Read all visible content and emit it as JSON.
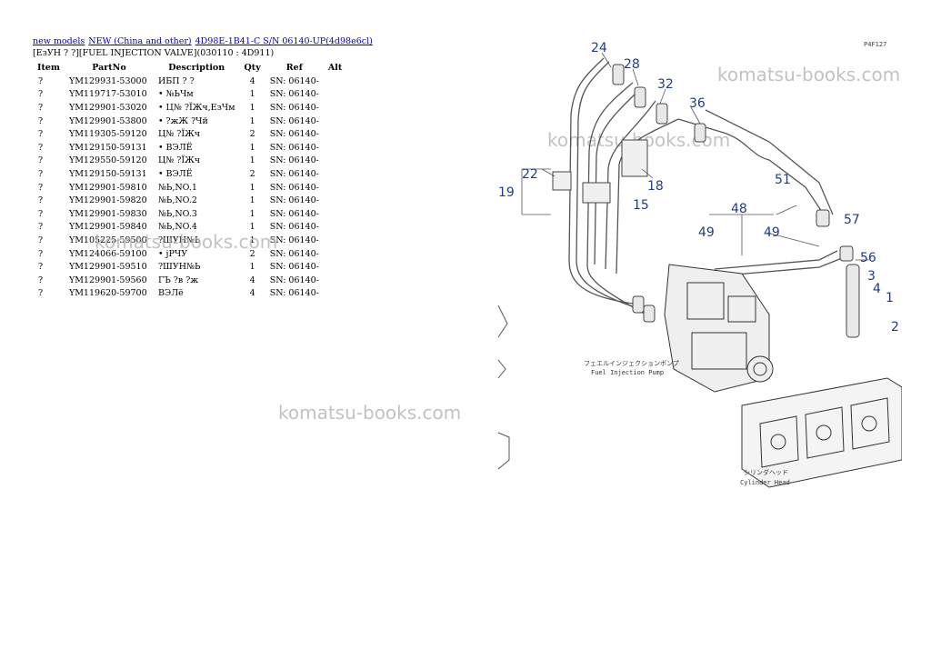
{
  "breadcrumb": {
    "links": [
      "new models",
      "NEW (China and other)",
      "4D98E-1B41-C S/N 06140-UP(4d98e6cl)"
    ]
  },
  "subtitle": "[ЕзУН ? ?][FUEL INJECTION VALVE](030110 : 4D911)",
  "table": {
    "headers": [
      "Item",
      "PartNo",
      "Description",
      "Qty",
      "Ref",
      "Alt"
    ],
    "rows": [
      {
        "item": "?",
        "part": "YM129931-53000",
        "desc": "ИБП ? ?",
        "qty": "4",
        "ref": "SN: 06140-"
      },
      {
        "item": "?",
        "part": "YM119717-53010",
        "desc": "• №ЬЧм",
        "qty": "1",
        "ref": "SN: 06140-"
      },
      {
        "item": "?",
        "part": "YM129901-53020",
        "desc": "• Ц№ ?ЇЖч,ЕзЧм",
        "qty": "1",
        "ref": "SN: 06140-"
      },
      {
        "item": "?",
        "part": "YM129901-53800",
        "desc": "• ?жЖ ?Чй",
        "qty": "1",
        "ref": "SN: 06140-"
      },
      {
        "item": "?",
        "part": "YM119305-59120",
        "desc": "Ц№ ?ЇЖч",
        "qty": "2",
        "ref": "SN: 06140-"
      },
      {
        "item": "?",
        "part": "YM129150-59131",
        "desc": "• ВЭЛЁ",
        "qty": "1",
        "ref": "SN: 06140-"
      },
      {
        "item": "?",
        "part": "YM129550-59120",
        "desc": "Ц№ ?ЇЖч",
        "qty": "1",
        "ref": "SN: 06140-"
      },
      {
        "item": "?",
        "part": "YM129150-59131",
        "desc": "• ВЭЛЁ",
        "qty": "2",
        "ref": "SN: 06140-"
      },
      {
        "item": "?",
        "part": "YM129901-59810",
        "desc": "№Ь,NO.1",
        "qty": "1",
        "ref": "SN: 06140-"
      },
      {
        "item": "?",
        "part": "YM129901-59820",
        "desc": "№Ь,NO.2",
        "qty": "1",
        "ref": "SN: 06140-"
      },
      {
        "item": "?",
        "part": "YM129901-59830",
        "desc": "№Ь,NO.3",
        "qty": "1",
        "ref": "SN: 06140-"
      },
      {
        "item": "?",
        "part": "YM129901-59840",
        "desc": "№Ь,NO.4",
        "qty": "1",
        "ref": "SN: 06140-"
      },
      {
        "item": "?",
        "part": "YM105225-59500",
        "desc": "?ШУН№Ь",
        "qty": "1",
        "ref": "SN: 06140-"
      },
      {
        "item": "?",
        "part": "YM124066-59100",
        "desc": "• јРЧУ",
        "qty": "2",
        "ref": "SN: 06140-"
      },
      {
        "item": "?",
        "part": "YM129901-59510",
        "desc": "?ШУН№Ь",
        "qty": "1",
        "ref": "SN: 06140-"
      },
      {
        "item": "?",
        "part": "YM129901-59560",
        "desc": "ГЪ ?в ?ж",
        "qty": "4",
        "ref": "SN: 06140-"
      },
      {
        "item": "?",
        "part": "YM119620-59700",
        "desc": "ВЭЛё",
        "qty": "4",
        "ref": "SN: 06140-"
      }
    ]
  },
  "watermark": "komatsu-books.com",
  "diagram": {
    "page_code": "P4F127",
    "callouts": [
      "24",
      "28",
      "32",
      "36",
      "22",
      "18",
      "19",
      "15",
      "51",
      "57",
      "48",
      "49",
      "49",
      "56",
      "3",
      "4",
      "1",
      "2"
    ],
    "label_pump_jp": "フェエルインジェクションポンプ",
    "label_pump_en": "Fuel Injection Pump",
    "label_head_jp": "シリンダヘッド",
    "label_head_en": "Cylinder Head"
  }
}
